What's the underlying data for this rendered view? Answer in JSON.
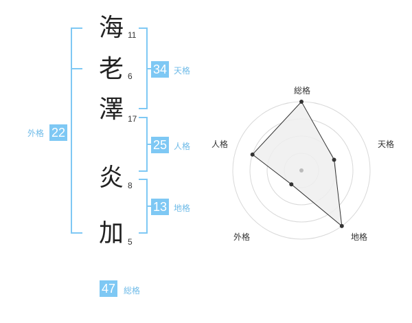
{
  "name": {
    "chars": [
      {
        "kanji": "海",
        "strokes": "11"
      },
      {
        "kanji": "老",
        "strokes": "6"
      },
      {
        "kanji": "澤",
        "strokes": "17"
      },
      {
        "kanji": "炎",
        "strokes": "8"
      },
      {
        "kanji": "加",
        "strokes": "5"
      }
    ]
  },
  "kakusu": {
    "tenkaku": {
      "value": "34",
      "label": "天格"
    },
    "jinkaku": {
      "value": "25",
      "label": "人格"
    },
    "chikaku": {
      "value": "13",
      "label": "地格"
    },
    "gaikaku": {
      "value": "22",
      "label": "外格"
    },
    "soukaku": {
      "value": "47",
      "label": "総格"
    }
  },
  "colors": {
    "accent": "#7ec8f4",
    "accent_text": "#6fbbe8",
    "radar_fill": "#efefef",
    "radar_line": "#333333",
    "ring": "#d8d8d8"
  },
  "chart_data": {
    "type": "radar",
    "axes": [
      "総格",
      "天格",
      "地格",
      "外格",
      "人格"
    ],
    "values": [
      4,
      2,
      4,
      1,
      3
    ],
    "max": 4
  }
}
